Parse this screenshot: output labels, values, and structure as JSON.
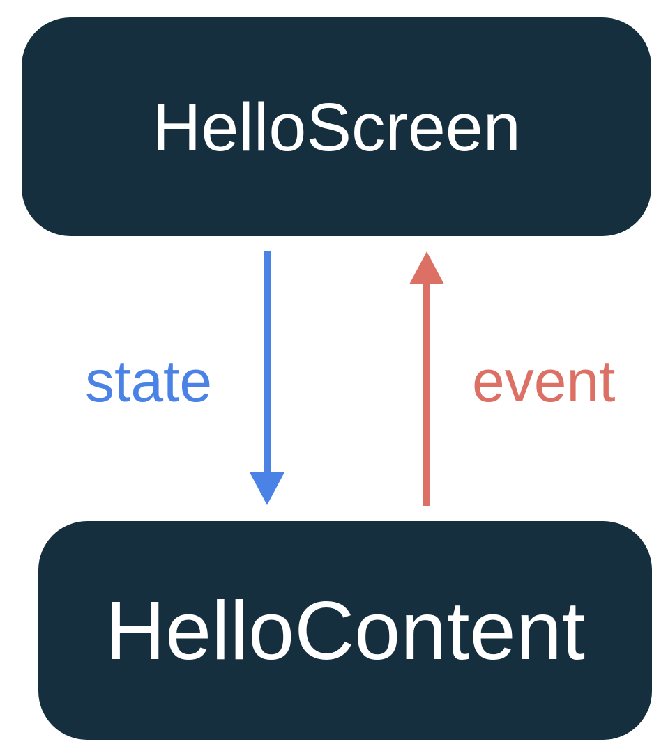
{
  "diagram": {
    "background_color": "#ffffff",
    "node_fill_color": "#162f3f",
    "node_text_color": "#ffffff",
    "nodes": [
      {
        "id": "helloscreen",
        "label": "HelloScreen"
      },
      {
        "id": "hellocontent",
        "label": "HelloContent"
      }
    ],
    "edges": [
      {
        "id": "state",
        "label": "state",
        "color": "#4a82e6",
        "direction": "down",
        "from": "HelloScreen",
        "to": "HelloContent"
      },
      {
        "id": "event",
        "label": "event",
        "color": "#dd7064",
        "direction": "up",
        "from": "HelloContent",
        "to": "HelloScreen"
      }
    ]
  }
}
